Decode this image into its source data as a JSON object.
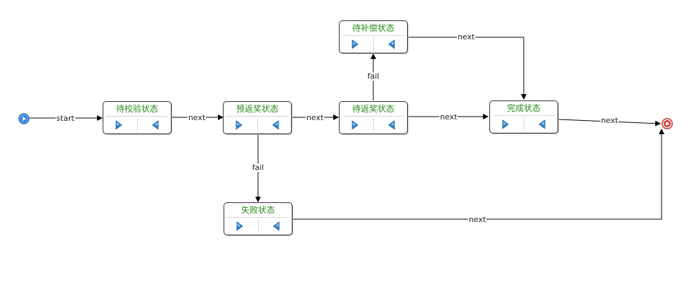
{
  "states": {
    "verify": {
      "title": "待校验状态"
    },
    "prerebate": {
      "title": "预返奖状态"
    },
    "compensate": {
      "title": "待补偿状态"
    },
    "rebate": {
      "title": "待返奖状态"
    },
    "complete": {
      "title": "完成状态"
    },
    "failed": {
      "title": "失败状态"
    }
  },
  "edges": {
    "start": "start",
    "verify_to_prerebate": "next",
    "prerebate_to_rebate": "next",
    "prerebate_to_failed": "fail",
    "rebate_to_compensate": "fail",
    "rebate_to_complete": "next",
    "compensate_to_complete": "next",
    "complete_to_end": "next",
    "failed_to_end": "next"
  },
  "colors": {
    "state_title": "#2a8a1c",
    "start_node": "#2f7fd8",
    "end_node": "#d9302b",
    "play_icon": "#2e86d6",
    "line": "#000000"
  },
  "icons": {
    "start": "play-circle-icon",
    "end": "stop-circle-icon",
    "forward": "triangle-right-icon",
    "back": "triangle-left-icon"
  }
}
